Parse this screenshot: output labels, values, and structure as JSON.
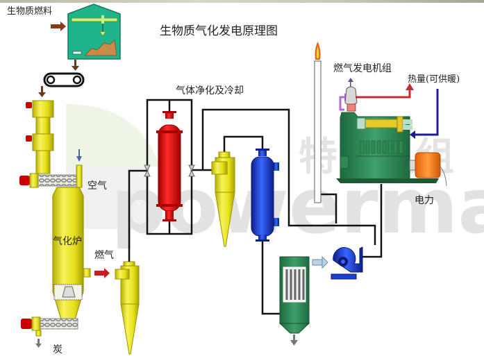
{
  "diagram": {
    "title": "生物质气化发电原理图",
    "watermark": {
      "brand": "powermax",
      "cn": "特能机组"
    },
    "labels": {
      "biomass_fuel": "生物质燃料",
      "gas_purification": "气体净化及冷却",
      "air": "空气",
      "gasifier": "气化炉",
      "fuel_gas": "燃气",
      "charcoal": "炭",
      "generator_set": "燃气发电机组",
      "heat": "热量(可供暖)",
      "electricity": "电力"
    },
    "components": [
      "biomass-silo",
      "conveyor-belt",
      "feed-hopper",
      "screw-feeder-top",
      "gasifier",
      "screw-discharger",
      "cyclone-1",
      "heat-exchanger-red",
      "cyclone-2",
      "cooler-blue",
      "bag-filter",
      "blower",
      "flare-stack",
      "gas-engine-generator",
      "alternator"
    ],
    "colors": {
      "yellow": "#e6e01a",
      "red": "#e01010",
      "blue": "#1f3fd0",
      "green_silo": "#20b48a",
      "green_engine": "#3aa573",
      "orange": "#f58220",
      "pipe": "#111111",
      "arrow_brown": "#8a3a1a"
    }
  }
}
